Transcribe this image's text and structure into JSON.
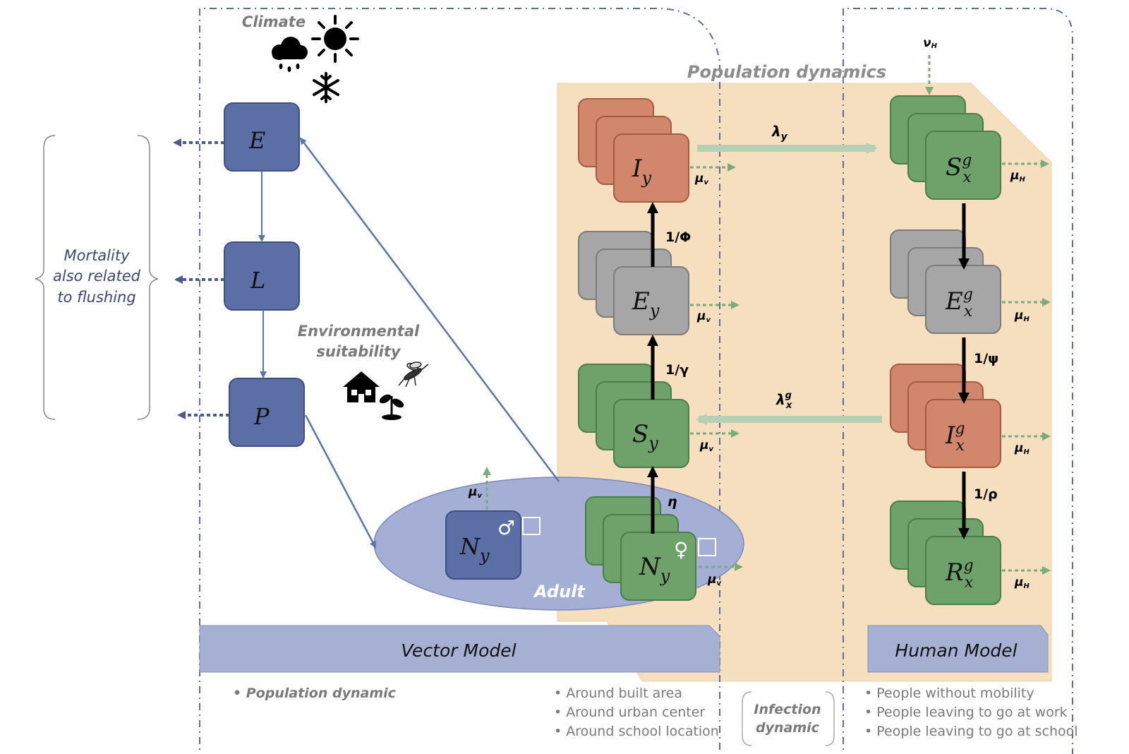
{
  "labels": {
    "climate": "Climate",
    "population_dynamics": "Population dynamics",
    "mortality_line1": "Mortality",
    "mortality_line2": "also related",
    "mortality_line3": "to flushing",
    "env_line1": "Environmental",
    "env_line2": "suitability",
    "adult": "Adult",
    "vector_model": "Vector Model",
    "human_model": "Human Model",
    "infection_line1": "Infection",
    "infection_line2": "dynamic"
  },
  "vector_stages": {
    "egg": "E",
    "larva": "L",
    "pupa": "P"
  },
  "vector_compartments": {
    "I": {
      "main": "I",
      "sub": "y"
    },
    "E": {
      "main": "E",
      "sub": "y"
    },
    "S": {
      "main": "S",
      "sub": "y"
    },
    "N_female": {
      "main": "N",
      "sub": "y",
      "symbol": "♀"
    },
    "N_male": {
      "main": "N",
      "sub": "y",
      "symbol": "♂"
    }
  },
  "human_compartments": {
    "S": {
      "main": "S",
      "sup": "g",
      "sub": "x"
    },
    "E": {
      "main": "E",
      "sup": "g",
      "sub": "x"
    },
    "I": {
      "main": "I",
      "sup": "g",
      "sub": "x"
    },
    "R": {
      "main": "R",
      "sup": "g",
      "sub": "x"
    }
  },
  "rates": {
    "phi": "1/Φ",
    "gamma": "1/γ",
    "eta": "η",
    "psi": "1/ψ",
    "rho": "1/ρ",
    "lambda_y": {
      "main": "λ",
      "sub": "y"
    },
    "lambda_x": {
      "main": "λ",
      "sup": "g",
      "sub": "x"
    },
    "mu_v": {
      "main": "μ",
      "sub": "v"
    },
    "mu_h": {
      "main": "μ",
      "sub": "H"
    },
    "nu_h": {
      "main": "ν",
      "sub": "H"
    }
  },
  "vector_bullets": {
    "left": "Population dynamic",
    "right": [
      "Around built area",
      "Around urban center",
      "Around school location"
    ]
  },
  "human_bullets": [
    "People without mobility",
    "People leaving to go at work",
    "People leaving to go at school"
  ],
  "colors": {
    "blue_box": "#5b6fa6",
    "green_box": "#6fa26a",
    "red_box": "#d2866c",
    "grey_box": "#a6a6a6",
    "panel": "#f5dfbe",
    "banner": "#a6b0d3",
    "ellipse": "#a5afd5",
    "dash_green": "#79ab79",
    "border": "#5e6f92"
  },
  "icons": [
    "sun-icon",
    "rain-cloud-icon",
    "snowflake-icon",
    "house-icon",
    "mosquito-icon",
    "plant-icon"
  ]
}
